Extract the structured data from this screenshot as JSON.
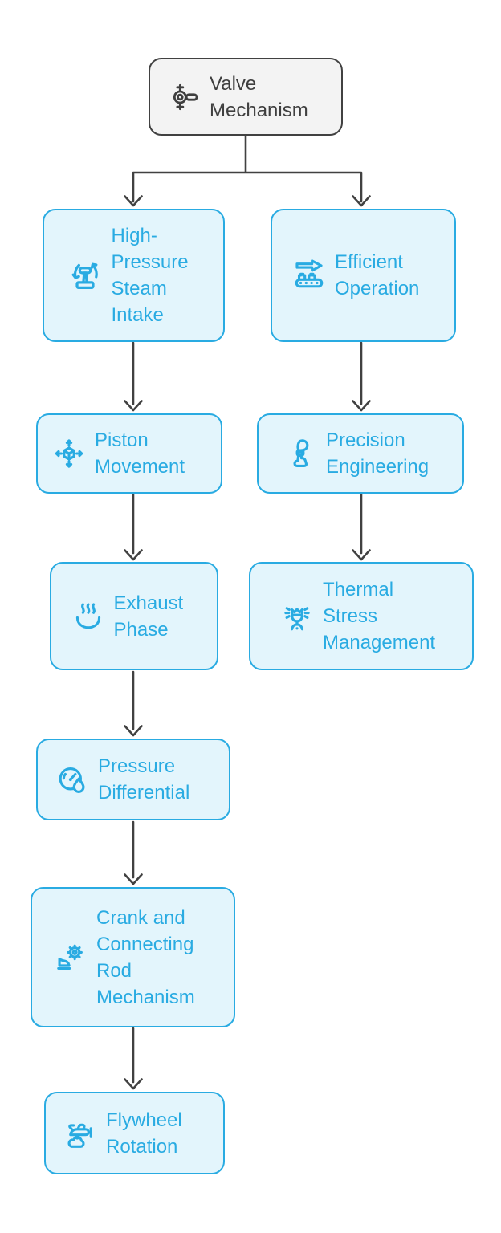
{
  "diagram": {
    "type": "flowchart",
    "direction": "top-down",
    "root": {
      "label": "Valve Mechanism",
      "icon": "valve-icon"
    },
    "left_branch": [
      {
        "label": "High-Pressure Steam Intake",
        "icon": "steam-lever-icon"
      },
      {
        "label": "Piston Movement",
        "icon": "move-3d-icon"
      },
      {
        "label": "Exhaust Phase",
        "icon": "steam-bowl-icon"
      },
      {
        "label": "Pressure Differential",
        "icon": "gauge-droplet-icon"
      },
      {
        "label": "Crank and Connecting Rod Mechanism",
        "icon": "gear-pennant-icon"
      },
      {
        "label": "Flywheel Rotation",
        "icon": "plane-cloud-icon"
      }
    ],
    "right_branch": [
      {
        "label": "Efficient Operation",
        "icon": "conveyor-arrow-icon"
      },
      {
        "label": "Precision Engineering",
        "icon": "prosthetic-leg-icon"
      },
      {
        "label": "Thermal Stress Management",
        "icon": "thermal-radiance-icon"
      }
    ],
    "edges": [
      {
        "from": "Valve Mechanism",
        "to": "High-Pressure Steam Intake"
      },
      {
        "from": "Valve Mechanism",
        "to": "Efficient Operation"
      },
      {
        "from": "High-Pressure Steam Intake",
        "to": "Piston Movement"
      },
      {
        "from": "Piston Movement",
        "to": "Exhaust Phase"
      },
      {
        "from": "Exhaust Phase",
        "to": "Pressure Differential"
      },
      {
        "from": "Pressure Differential",
        "to": "Crank and Connecting Rod Mechanism"
      },
      {
        "from": "Crank and Connecting Rod Mechanism",
        "to": "Flywheel Rotation"
      },
      {
        "from": "Efficient Operation",
        "to": "Precision Engineering"
      },
      {
        "from": "Precision Engineering",
        "to": "Thermal Stress Management"
      }
    ],
    "colors": {
      "node_border": "#29ABE2",
      "node_fill": "#E3F5FC",
      "node_text": "#29ABE2",
      "root_border": "#414141",
      "root_fill": "#F3F3F3",
      "root_text": "#3F3F3F",
      "connector": "#414141",
      "background": "#FFFFFF"
    }
  }
}
